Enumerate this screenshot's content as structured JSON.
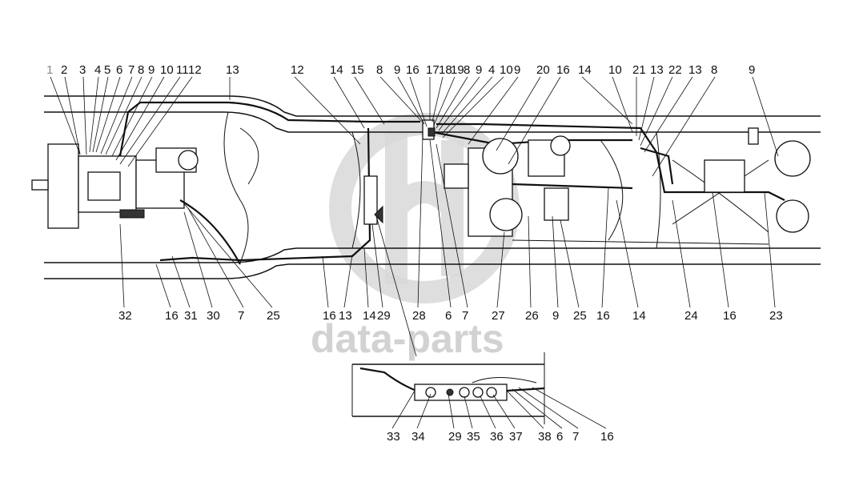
{
  "watermark": {
    "text": "data-parts"
  },
  "callouts": {
    "top": [
      "1",
      "2",
      "3",
      "4",
      "5",
      "6",
      "7",
      "8",
      "9",
      "10",
      "11",
      "12",
      "13",
      "12",
      "14",
      "15",
      "8",
      "9",
      "16",
      "17",
      "18",
      "19",
      "8",
      "9",
      "4",
      "10",
      "9",
      "20",
      "16",
      "14",
      "10",
      "21",
      "13",
      "22",
      "13",
      "8",
      "9"
    ],
    "bottom": [
      "32",
      "16",
      "31",
      "30",
      "7",
      "25",
      "16",
      "13",
      "14",
      "29",
      "28",
      "6",
      "7",
      "27",
      "26",
      "9",
      "25",
      "16",
      "14",
      "24",
      "16",
      "23"
    ],
    "inset": [
      "33",
      "34",
      "29",
      "35",
      "36",
      "37",
      "38",
      "6",
      "7",
      "16"
    ]
  }
}
